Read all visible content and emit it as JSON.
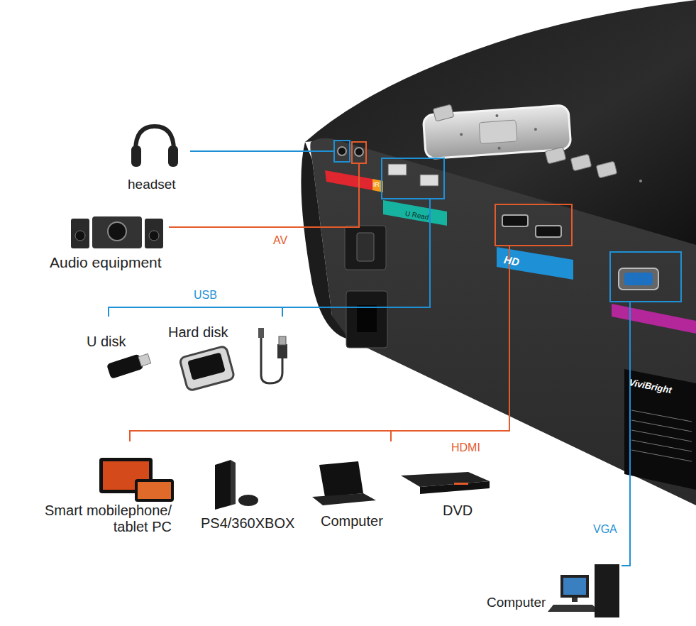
{
  "diagram": {
    "labels": [
      "headset",
      "Audio equipment",
      "AV",
      "USB",
      "U disk",
      "Hard disk",
      "HDMI",
      "Smart mobilephone/ tablet PC",
      "PS4/360XBOX",
      "Computer",
      "DVD",
      "VGA",
      "Computer",
      "IR",
      "U Read",
      "HD",
      "ViviBright"
    ]
  }
}
